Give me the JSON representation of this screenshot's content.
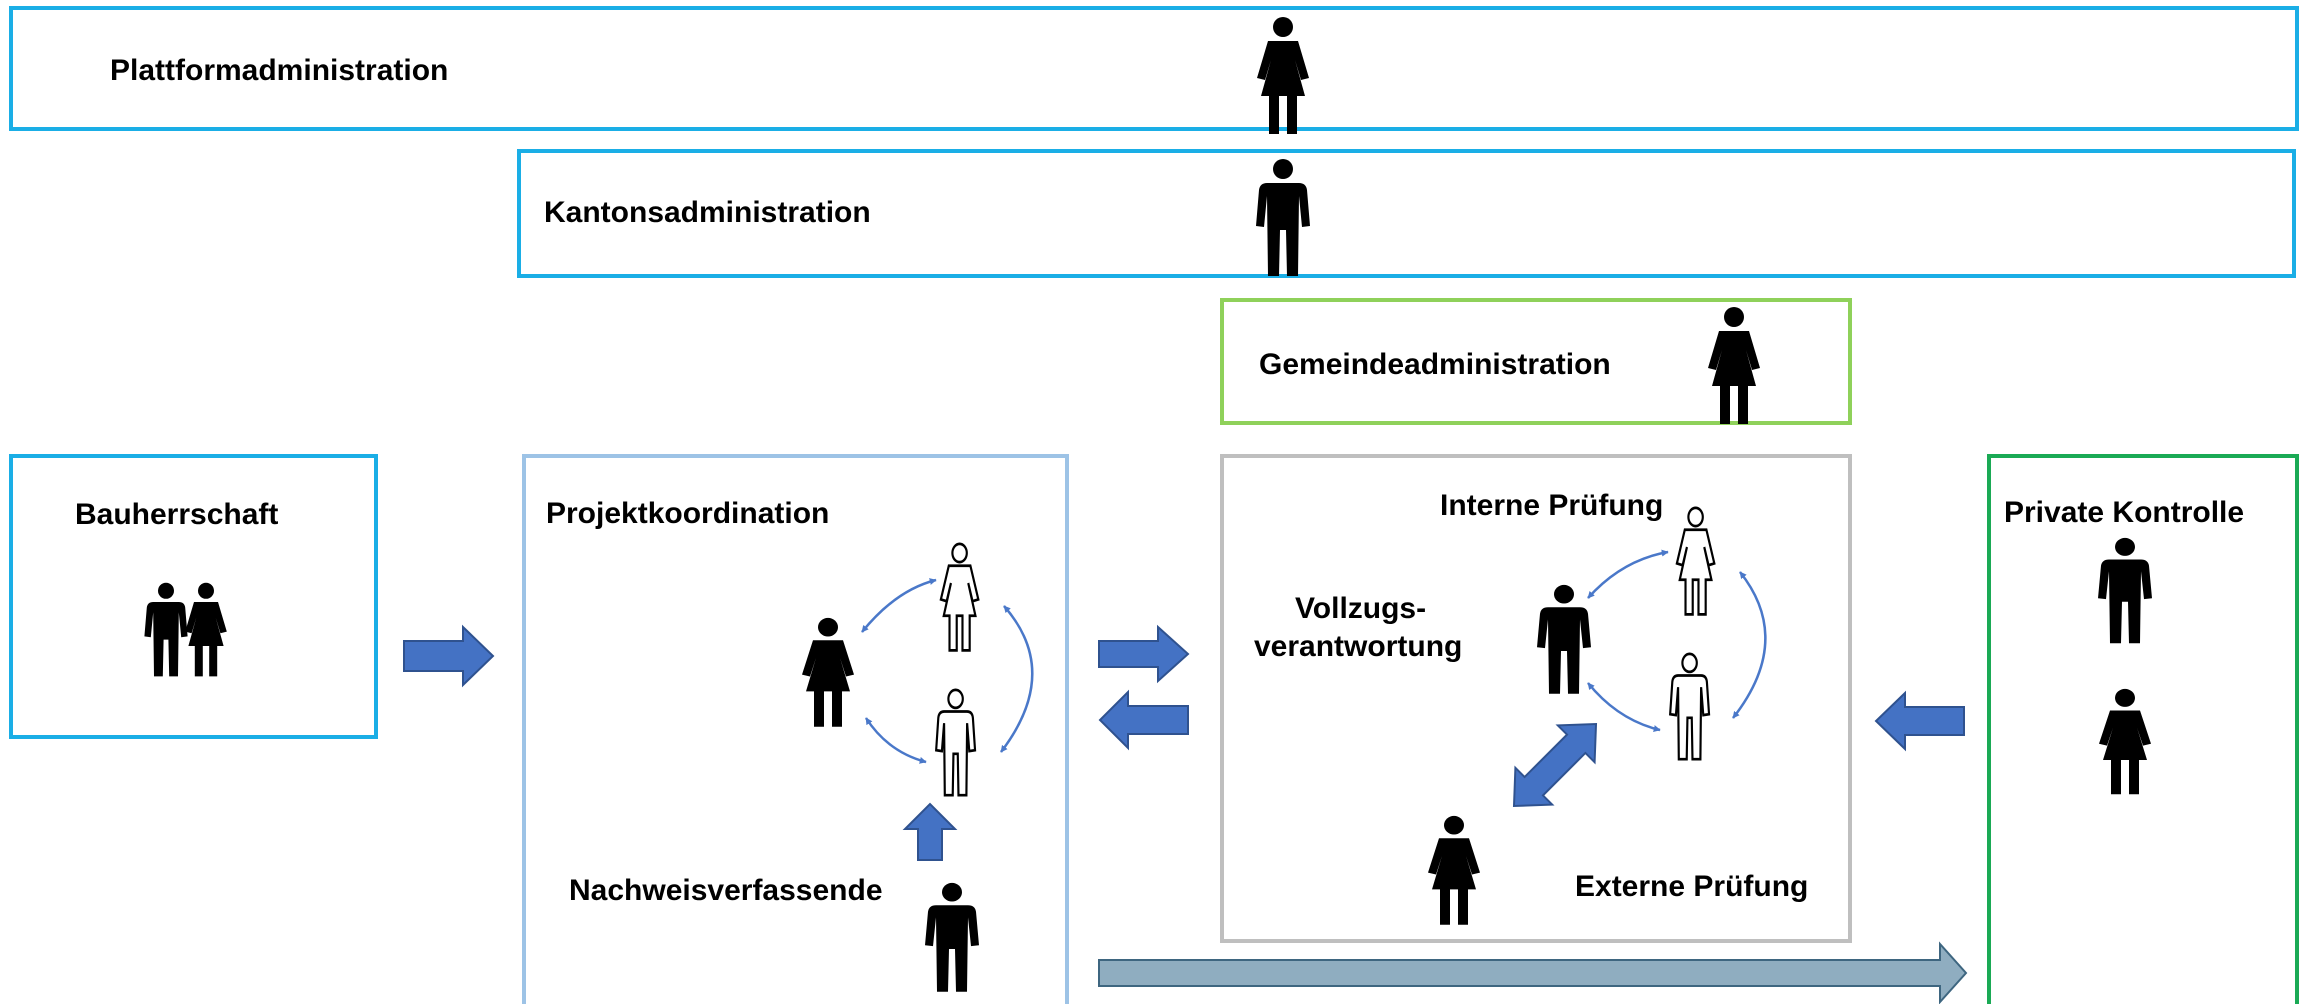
{
  "colors": {
    "blue_border": "#1aaee6",
    "light_blue_border": "#9dc3e6",
    "green_border": "#8fd15a",
    "dark_green_border": "#1aaa55",
    "gray_border": "#bfbfbf",
    "arrow_fill": "#4472c4",
    "arrow_stroke": "#2f528f",
    "long_arrow_fill": "#8fadc0",
    "long_arrow_stroke": "#3e6680",
    "curve_arrow": "#4a78c9",
    "person_solid": "#000000",
    "person_outline": "#000000"
  },
  "labels": {
    "platform": "Plattformadministration",
    "canton": "Kantonsadministration",
    "municipality": "Gemeindeadministration",
    "builder": "Bauherrschaft",
    "coordination": "Projektkoordination",
    "proof_authors": "Nachweisverfassende",
    "internal_review": "Interne Prüfung",
    "enforcement_line1": "Vollzugs-",
    "enforcement_line2": "verantwortung",
    "external_review": "Externe Prüfung",
    "private_control": "Private Kontrolle"
  },
  "icons": {
    "person_female": "person-female-icon",
    "person_male": "person-male-icon",
    "person_pair": "person-pair-icon",
    "female_outline": "person-female-outline-icon",
    "male_outline": "person-male-outline-icon",
    "block_arrow": "block-arrow-icon",
    "curved_arrow": "curved-double-arrow-icon"
  }
}
